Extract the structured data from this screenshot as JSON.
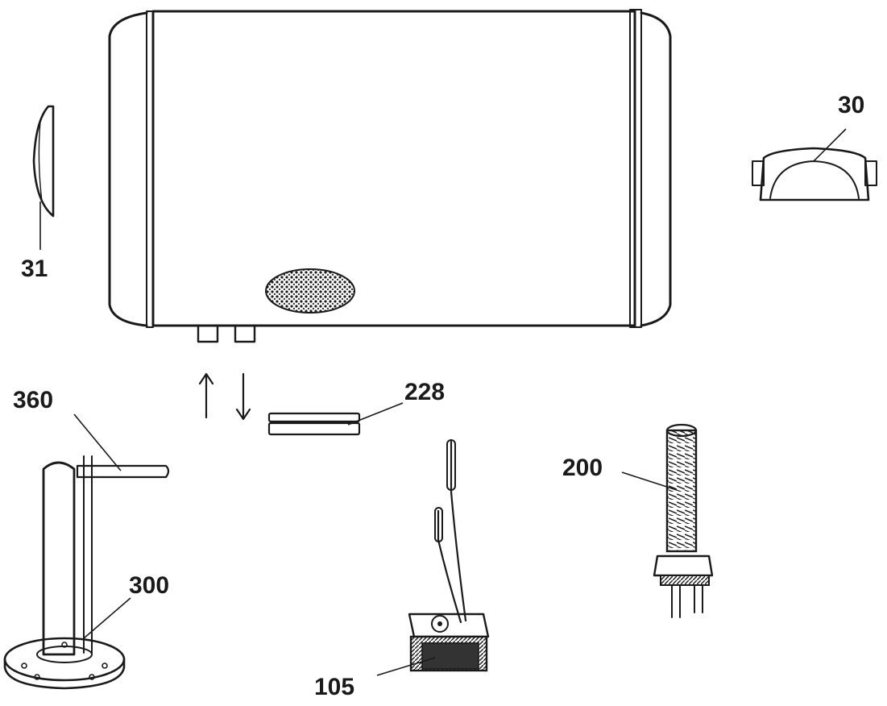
{
  "diagram": {
    "parts": [
      {
        "id": "tank",
        "label": ""
      },
      {
        "id": "end_cap_left",
        "label": "31"
      },
      {
        "id": "end_cap_right",
        "label": "30"
      },
      {
        "id": "gasket",
        "label": "228"
      },
      {
        "id": "anode_rod",
        "label": "360"
      },
      {
        "id": "flange_tube",
        "label": "300"
      },
      {
        "id": "heating_element",
        "label": "200"
      },
      {
        "id": "thermostat",
        "label": "105"
      }
    ],
    "labels": {
      "l31": "31",
      "l30": "30",
      "l228": "228",
      "l360": "360",
      "l300": "300",
      "l200": "200",
      "l105": "105"
    },
    "flow_arrows": [
      "up",
      "down"
    ]
  }
}
